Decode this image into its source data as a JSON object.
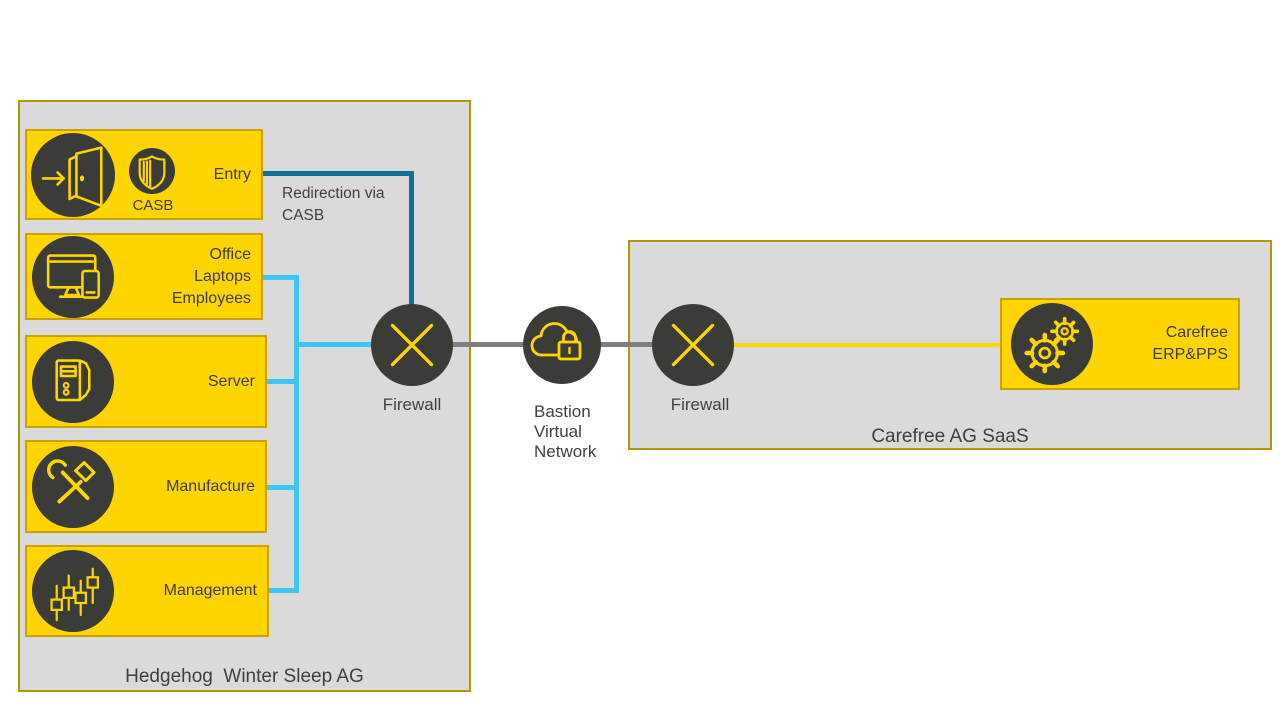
{
  "colors": {
    "node_fill": "#FFD500",
    "node_border": "#CDA000",
    "zone_fill": "#DADADA",
    "zone_border": "#B09800",
    "circle_fill": "#3B3B38",
    "icon_stroke": "#FFD500",
    "redirection_line": "#0F7294",
    "lan_line": "#3DC5F5",
    "wan_line": "#7F7F7F",
    "saas_line": "#FFD500",
    "text": "#3F3F3F"
  },
  "left_zone": {
    "label": "Hedgehog  Winter Sleep AG",
    "nodes": {
      "entry": {
        "label": "Entry",
        "icon": "door-entry-icon",
        "badge_icon": "shield-icon",
        "badge_label": "CASB"
      },
      "office": {
        "label": "Office\nLaptops\nEmployees",
        "icon": "devices-icon"
      },
      "server": {
        "label": "Server",
        "icon": "server-tower-icon"
      },
      "manufacture": {
        "label": "Manufacture",
        "icon": "tools-icon"
      },
      "management": {
        "label": "Management",
        "icon": "sliders-icon"
      }
    }
  },
  "connections": {
    "redirection_label": "Redirection via\nCASB"
  },
  "middle": {
    "firewall_left_label": "Firewall",
    "bastion_label": "Bastion\nVirtual\nNetwork",
    "bastion_icon": "cloud-lock-icon",
    "firewall_icon": "x-cross-icon",
    "firewall_right_label": "Firewall"
  },
  "right_zone": {
    "label": "Carefree AG SaaS",
    "node": {
      "label": "Carefree\nERP&PPS",
      "icon": "gears-icon"
    }
  }
}
